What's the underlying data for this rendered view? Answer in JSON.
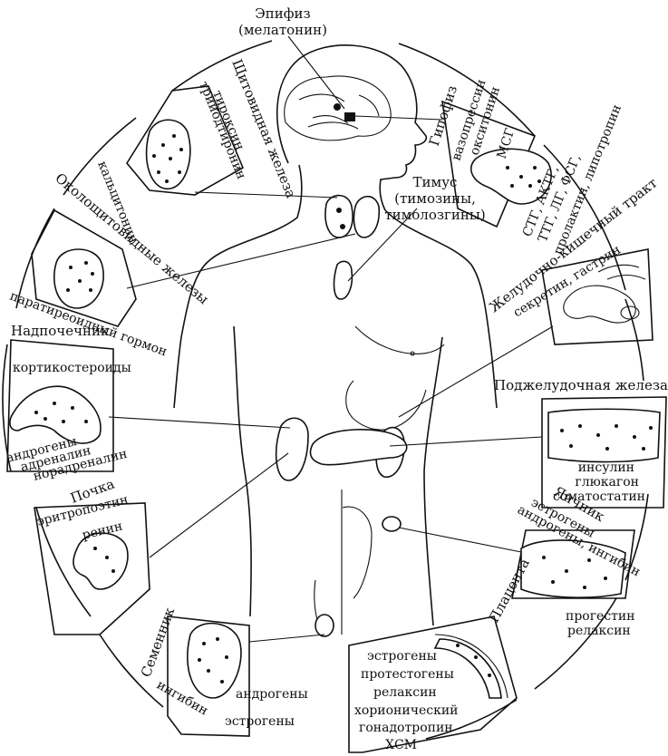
{
  "diagram": {
    "epiphysis": {
      "title": "Эпифиз",
      "hormones": [
        "(мелатонин)"
      ]
    },
    "thyroid": {
      "title": "Щитовидная железа",
      "hormones": [
        "тироксин",
        "трийодтиронин",
        "кальцитонин"
      ]
    },
    "pituitary": {
      "title": "Гипофиз",
      "hormones": [
        "вазопрессин",
        "окситонин",
        "МСГ",
        "СТГ, АКТГ,",
        "ТТГ, ЛГ, ФСГ,",
        "пролактин, липотропин"
      ]
    },
    "thymus": {
      "title": "Тимус",
      "hormones": [
        "(тимозины,",
        "тимолозгины)"
      ]
    },
    "parathyroid": {
      "title": "Околощитовидные железы",
      "hormones": [
        "паратиреоидный гормон"
      ]
    },
    "gi_tract": {
      "title": "Желудочно-кишечный тракт",
      "hormones": [
        "секретин, гастрин"
      ]
    },
    "adrenal": {
      "title": "Надпочечник",
      "hormones": [
        "кортикостероиды",
        "андрогены",
        "адреналин",
        "норадреналин"
      ]
    },
    "pancreas": {
      "title": "Поджелудочная железа",
      "hormones": [
        "инсулин",
        "глюкагон",
        "соматостатин"
      ]
    },
    "kidney": {
      "title": "Почка",
      "hormones": [
        "эритропоэтин",
        "ренин"
      ]
    },
    "ovary": {
      "title": "Яичник",
      "hormones": [
        "эстрогены",
        "андрогены, ингибин",
        "прогестин",
        "релаксин"
      ]
    },
    "testis": {
      "title": "Семенник",
      "hormones": [
        "андрогены",
        "ингибин",
        "эстрогены"
      ]
    },
    "placenta": {
      "title": "Плацента",
      "hormones": [
        "эстрогены",
        "протестогены",
        "релаксин",
        "хорионический",
        "гонадотропин",
        "ХСМ"
      ]
    }
  }
}
